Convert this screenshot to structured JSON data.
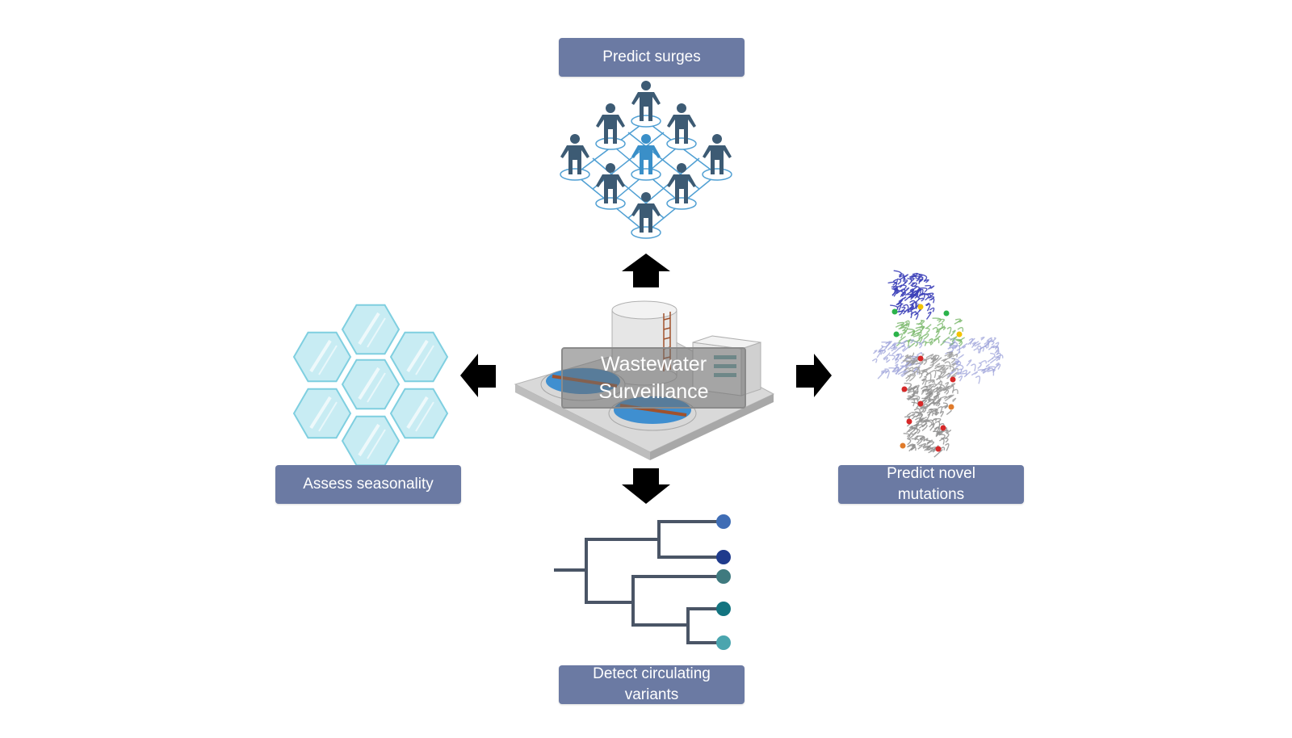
{
  "center": {
    "line1": "Wastewater",
    "line2": "Surveillance"
  },
  "labels": {
    "top": "Predict surges",
    "left": "Assess seasonality",
    "right_line1": "Predict novel",
    "right_line2": "mutations",
    "bottom_line1": "Detect circulating",
    "bottom_line2": "variants"
  },
  "icons": {
    "top": "people-network-icon",
    "left": "hexagon-cluster-icon",
    "right": "spike-protein-structure-icon",
    "bottom": "phylogenetic-tree-icon",
    "center": "wastewater-treatment-plant-icon",
    "arrows": "arrow-icon"
  },
  "colors": {
    "label_box": "#6b7aa3",
    "people_dark": "#3d5b74",
    "people_highlight": "#3a8fc8",
    "network_lines": "#4f9fd3",
    "hexagon_fill": "#c8ecf3",
    "hexagon_stroke": "#7fcfe0",
    "tree_lines": "#4a5566",
    "tree_tips": [
      "#3f6db5",
      "#1f3b8c",
      "#3f7a7f",
      "#137480",
      "#4aa5ae"
    ],
    "water": "#3f8fd0"
  }
}
